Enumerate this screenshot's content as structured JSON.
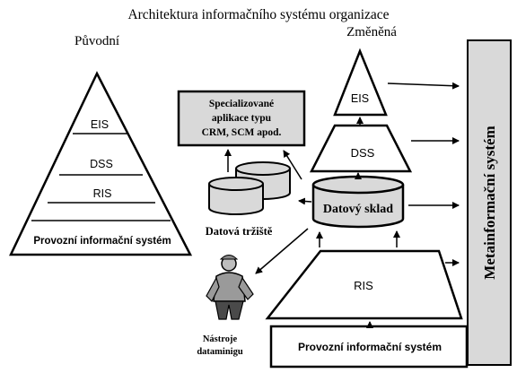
{
  "title": "Architektura informačního systému organizace",
  "left_label": "Původní",
  "right_label": "Změněná",
  "left_pyramid": {
    "levels": [
      "EIS",
      "DSS",
      "RIS",
      "Provozní informační systém"
    ]
  },
  "right_stack": {
    "eis": "EIS",
    "dss": "DSS",
    "datovy_sklad": "Datový sklad",
    "ris": "RIS",
    "provozni": "Provozní informační systém"
  },
  "specialized_box": [
    "Specializované",
    "aplikace typu",
    "CRM, SCM apod."
  ],
  "data_marts_label": "Datová tržiště",
  "datamining_label": [
    "Nástroje",
    "dataminigu"
  ],
  "meta_label": "Metainformační systém"
}
